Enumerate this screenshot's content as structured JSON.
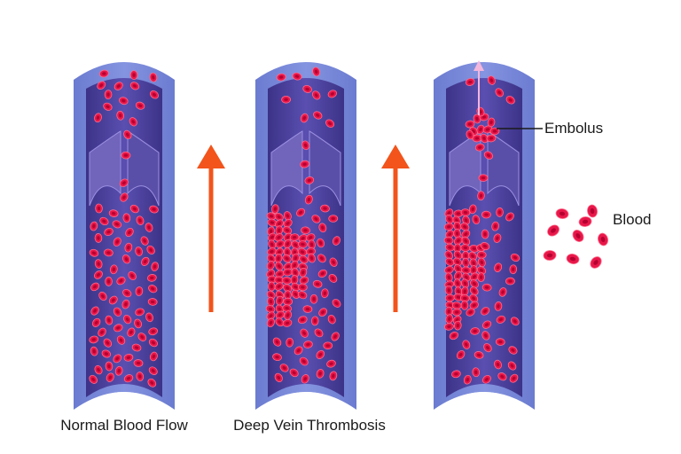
{
  "labels": {
    "normal": "Normal Blood Flow",
    "dvt": "Deep Vein Thrombosis",
    "embolus": "Embolus",
    "blood": "Blood"
  },
  "colors": {
    "vessel_wall": "#5f6fc4",
    "vessel_lumen": "#4a3f99",
    "valve": "#6f63b8",
    "rbc": "#e8174a",
    "rbc_center": "#b5002f",
    "arrow": "#f2541b",
    "flow_arrow": "#f3b6dc"
  },
  "icons": {
    "flow_arrow": "orange-up-arrow-icon",
    "embolus_arrow": "pink-up-arrow-icon"
  }
}
